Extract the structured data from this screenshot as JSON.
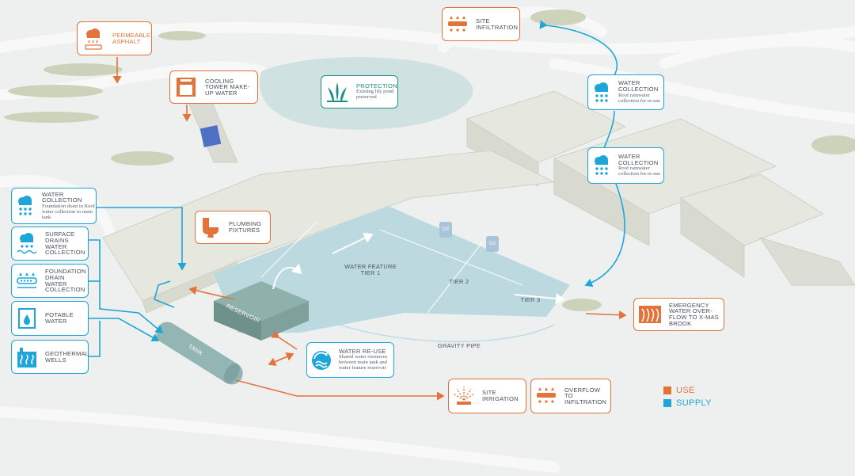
{
  "callouts": {
    "permeable_asphalt": {
      "title": "PERMEABLE ASPHALT"
    },
    "cooling_tower": {
      "title": "COOLING TOWER MAKE-UP WATER"
    },
    "protection": {
      "title": "PROTECTION",
      "subtitle": "Existing lily pond preserved"
    },
    "site_infiltration": {
      "title": "SITE INFILTRATION"
    },
    "roof_collection_1": {
      "title": "WATER COLLECTION",
      "subtitle": "Roof rainwater collection for re-use"
    },
    "roof_collection_2": {
      "title": "WATER COLLECTION",
      "subtitle": "Roof rainwater collection for re-use"
    },
    "foundation_collection": {
      "title": "WATER COLLECTION",
      "subtitle": "Foundation drain in Roof water collection to main tank"
    },
    "surface_drains": {
      "title": "SURFACE DRAINS WATER COLLECTION"
    },
    "foundation_drain": {
      "title": "FOUNDATION DRAIN WATER COLLECTION"
    },
    "potable_water": {
      "title": "POTABLE WATER"
    },
    "geothermal_wells": {
      "title": "GEOTHERMAL WELLS"
    },
    "plumbing_fixtures": {
      "title": "PLUMBING FIXTURES"
    },
    "water_reuse": {
      "title": "WATER RE-USE",
      "subtitle": "Shared water resources between main tank and water feature reservoir"
    },
    "site_irrigation": {
      "title": "SITE IRRIGATION"
    },
    "overflow_infiltration": {
      "title": "OVERFLOW TO INFILTRATION"
    },
    "emergency_overflow": {
      "title": "EMERGENCY WATER OVER-FLOW TO X-MAS BROOK"
    }
  },
  "labels": {
    "water_feature_tier1": "WATER FEATURE TIER 1",
    "tier2": "TIER 2",
    "tier3": "TIER 3",
    "reservoir": "RESERVOIR",
    "tank": "TANK",
    "gravity_pipe": "GRAVITY PIPE",
    "o3": "O3",
    "o2": "O2"
  },
  "legend": [
    {
      "label": "USE",
      "color": "#e2743a"
    },
    {
      "label": "SUPPLY",
      "color": "#1ea6d9"
    }
  ],
  "colors": {
    "use": "#e2743a",
    "supply": "#1ea6d9",
    "protection": "#1c8f8a"
  }
}
